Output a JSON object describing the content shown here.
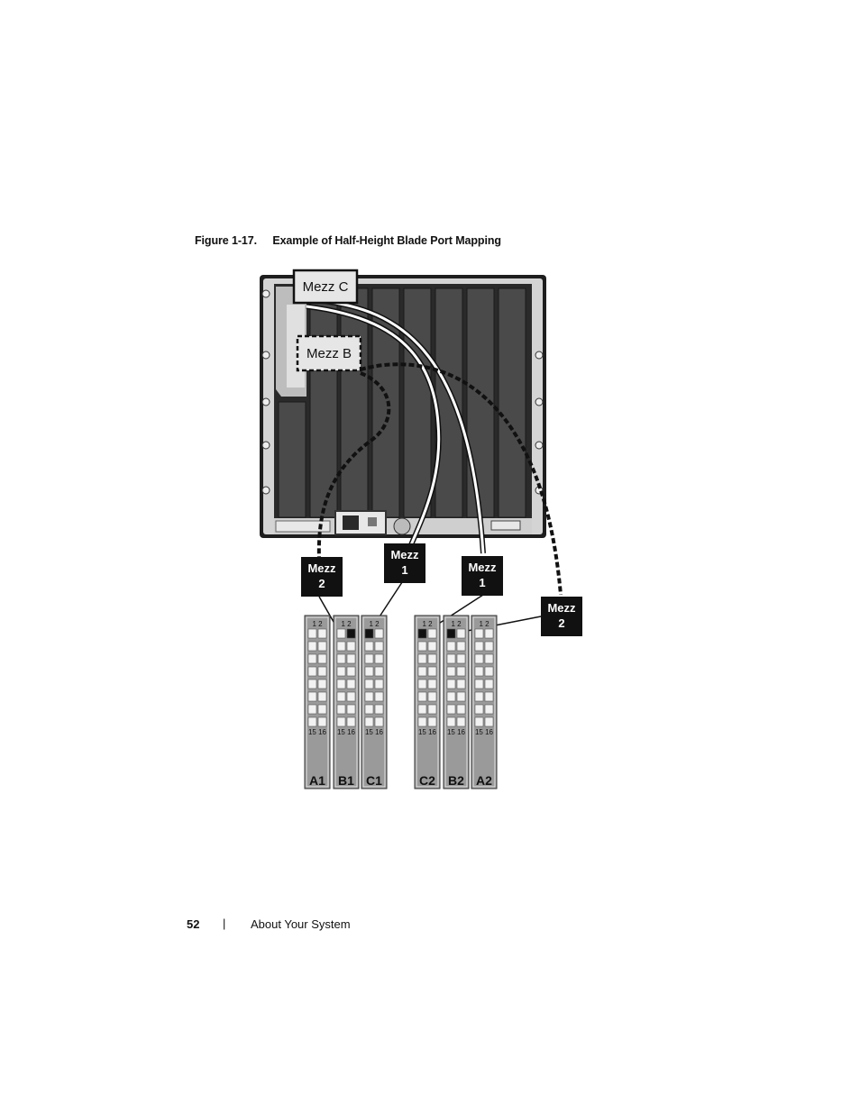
{
  "caption": {
    "number": "Figure 1-17.",
    "title": "Example of Half-Height Blade Port Mapping"
  },
  "figure": {
    "top_labels": [
      "Mezz C",
      "Mezz B"
    ],
    "callouts": [
      {
        "id": "mezz2-left",
        "line1": "Mezz",
        "line2": "2"
      },
      {
        "id": "mezz1-center",
        "line1": "Mezz",
        "line2": "1"
      },
      {
        "id": "mezz1-right",
        "line1": "Mezz",
        "line2": "1"
      },
      {
        "id": "mezz2-right",
        "line1": "Mezz",
        "line2": "2"
      }
    ],
    "modules": [
      {
        "name": "A1",
        "top": "1  2",
        "bottom": "15 16"
      },
      {
        "name": "B1",
        "top": "1  2",
        "bottom": "15 16"
      },
      {
        "name": "C1",
        "top": "1  2",
        "bottom": "15 16"
      },
      {
        "name": "C2",
        "top": "1  2",
        "bottom": "15 16"
      },
      {
        "name": "B2",
        "top": "1  2",
        "bottom": "15 16"
      },
      {
        "name": "A2",
        "top": "1  2",
        "bottom": "15 16"
      }
    ]
  },
  "footer": {
    "page_number": "52",
    "separator": "|",
    "section": "About Your System"
  },
  "colors": {
    "chassis": "#3a3a3a",
    "chassis_frame": "#d4d4d4",
    "module": "#9a9a9a",
    "callout_bg": "#111111",
    "label_box": "#e6e6e6"
  }
}
